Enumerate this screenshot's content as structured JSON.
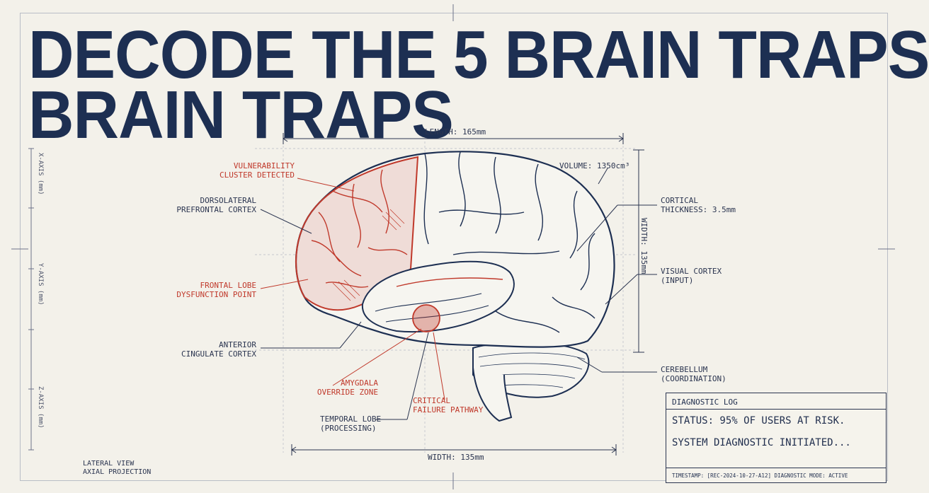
{
  "title": {
    "line1": "DECODE THE 5 BRAIN TRAPS",
    "line2": "BRAIN TRAPS"
  },
  "dimensions": {
    "length": "LENGTH: 165mm",
    "width_vertical": "WIDTH: 135mm",
    "width_bottom": "WIDTH: 135mm",
    "volume": "VOLUME: 1350cm³"
  },
  "axes": {
    "x": "X-AXIS (mm)",
    "y": "Y-AXIS (mm)",
    "z": "Z-AXIS (mm)"
  },
  "labels": {
    "vulnerability": "VULNERABILITY\nCLUSTER DETECTED",
    "dorsolateral": "DORSOLATERAL\nPREFRONTAL CORTEX",
    "frontal_lobe": "FRONTAL LOBE\nDYSFUNCTION POINT",
    "anterior_cingulate": "ANTERIOR\nCINGULATE CORTEX",
    "amygdala": "AMYGDALA\nOVERRIDE ZONE",
    "temporal_lobe": "TEMPORAL LOBE\n(PROCESSING)",
    "critical": "CRITICAL\nFAILURE PATHWAY",
    "cortical": "CORTICAL\nTHICKNESS: 3.5mm",
    "visual": "VISUAL CORTEX\n(INPUT)",
    "cerebellum": "CEREBELLUM\n(COORDINATION)"
  },
  "view": {
    "line1": "LATERAL VIEW",
    "line2": "AXIAL PROJECTION"
  },
  "log": {
    "title": "DIAGNOSTIC LOG",
    "status": "STATUS: 95% OF USERS AT RISK.",
    "initiated": "SYSTEM DIAGNOSTIC INITIATED...",
    "footer": "TIMESTAMP: [REC-2024-10-27-A12] DIAGNOSTIC MODE: ACTIVE"
  },
  "colors": {
    "navy": "#1d2f52",
    "red": "#c0392b",
    "paper": "#f3f1ea"
  }
}
